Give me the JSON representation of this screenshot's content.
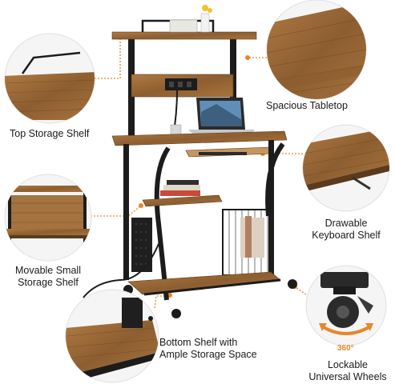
{
  "labels": {
    "top_storage_shelf": "Top Storage Shelf",
    "spacious_tabletop": "Spacious Tabletop",
    "drawable_keyboard_line1": "Drawable",
    "drawable_keyboard_line2": "Keyboard Shelf",
    "movable_small_line1": "Movable Small",
    "movable_small_line2": "Storage Shelf",
    "bottom_shelf_line1": "Bottom Shelf with",
    "bottom_shelf_line2": "Ample Storage Space",
    "lockable_line1": "Lockable",
    "lockable_line2": "Universal Wheels",
    "rotation": "360°"
  },
  "colors": {
    "wood": "#9a6a3a",
    "wood_dark": "#6e4623",
    "frame": "#1c1c1c",
    "callout": "#e8862a"
  }
}
